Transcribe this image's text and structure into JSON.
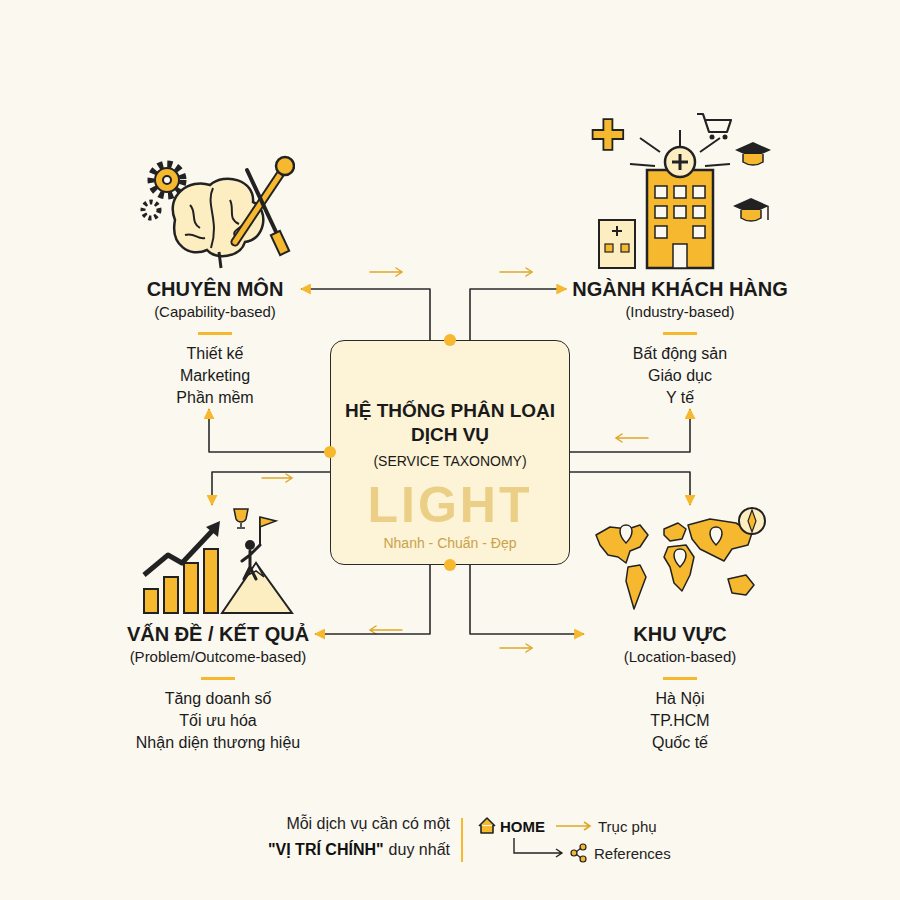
{
  "diagram": {
    "nodes": [
      {
        "text": [
          "CHUYÊN MÔN",
          "(Capability-based)",
          "Thiết kế",
          "Marketing",
          "Phần mềm"
        ]
      },
      {
        "text": [
          "NGÀNH KHÁCH HÀNG",
          "(Industry-based)",
          "Bất động sản",
          "Giáo dục",
          "Y tế"
        ]
      },
      {
        "text": [
          "HỆ THỐNG PHÂN LOẠI DỊCH VỤ",
          "(SERVICE TAXONOMY)"
        ]
      },
      {
        "text": [
          "VẤN ĐỀ / KẾT QUẢ",
          "(Problem/Outcome-based)",
          "Tăng doanh số",
          "Tối ưu hóa",
          "Nhận diện thương hiệu"
        ]
      },
      {
        "text": [
          "KHU VỰC",
          "(Location-based)",
          "Hà Nội",
          "TP.HCM",
          "Quốc tế"
        ]
      }
    ],
    "edges": [
      {
        "from": 2,
        "to": 0,
        "arrow": "to"
      },
      {
        "from": 2,
        "to": 1,
        "arrow": "to"
      },
      {
        "from": 2,
        "to": 3,
        "arrow": "to"
      },
      {
        "from": 2,
        "to": 4,
        "arrow": "to"
      },
      {
        "from": 2,
        "to": 0,
        "arrow": "to"
      },
      {
        "from": 2,
        "to": 1,
        "arrow": "to"
      },
      {
        "from": 2,
        "to": 3,
        "arrow": "to"
      },
      {
        "from": 2,
        "to": 4,
        "arrow": "to"
      }
    ],
    "labels": [
      "LIGHT",
      "Nhanh - Chuẩn - Đẹp",
      "Mỗi dịch vụ cần có một",
      "\"VỊ TRÍ CHÍNH\"",
      "duy nhất",
      "HOME",
      "Trục phụ",
      "References"
    ]
  }
}
